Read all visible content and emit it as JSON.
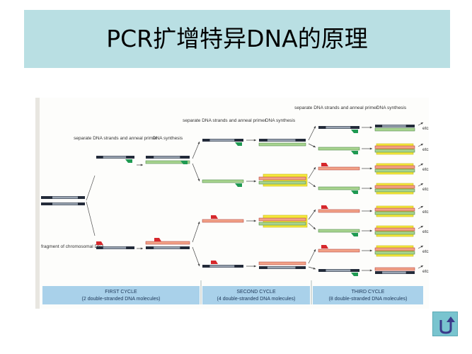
{
  "slide": {
    "title": "PCR扩增特异DNA的原理"
  },
  "figure": {
    "step_labels": {
      "separate": "separate DNA strands and anneal primer",
      "synthesis": "DNA synthesis"
    },
    "fragment_label": "fragment of chromosomal DNA",
    "etc_label": "etc.",
    "cycles": [
      {
        "name": "FIRST CYCLE",
        "detail": "(2 double-stranded DNA molecules)"
      },
      {
        "name": "SECOND CYCLE",
        "detail": "(4 double-stranded DNA molecules)"
      },
      {
        "name": "THIRD CYCLE",
        "detail": "(8 double-stranded DNA molecules)"
      }
    ],
    "colors": {
      "template_strand": "#232b3a",
      "primer_green": "#1f9a52",
      "primer_red": "#d6282c",
      "new_strand_green": "#a8d48f",
      "new_strand_red": "#f2a287",
      "highlight_yellow": "#f4e93a",
      "cycle_band": "#a9d1ea"
    }
  },
  "nav": {
    "back_icon": "u-turn-arrow-icon"
  }
}
